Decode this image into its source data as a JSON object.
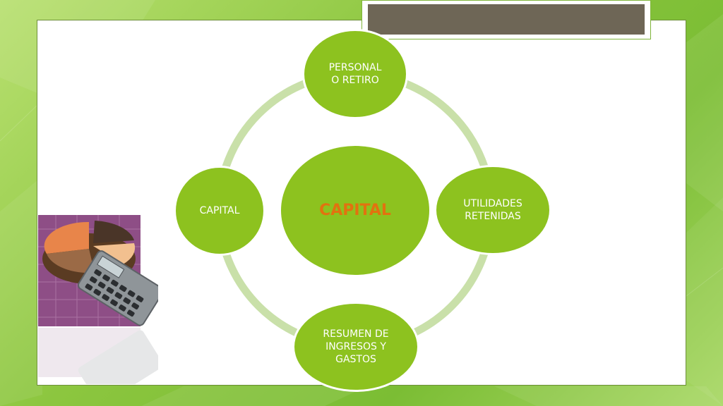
{
  "diagram": {
    "center_label": "CAPITAL",
    "nodes": {
      "top": "PERSONAL\nO RETIRO",
      "right": "UTILIDADES\nRETENIDAS",
      "bottom": "RESUMEN DE\nINGRESOS Y\nGASTOS",
      "left": "CAPITAL"
    }
  },
  "colors": {
    "node_fill": "#8dc21f",
    "ring": "#c9e0a9",
    "center_text": "#e2720f",
    "title_box_fill": "#6e6656"
  },
  "icons": [
    "pie-chart-calculator-clipart"
  ]
}
